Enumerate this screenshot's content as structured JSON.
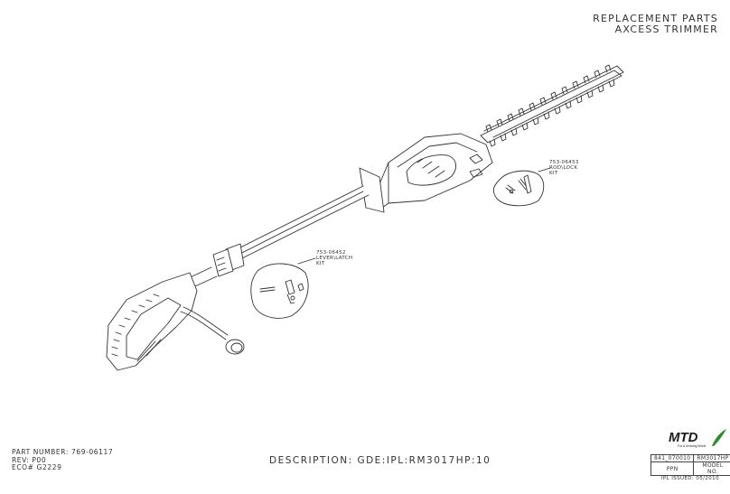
{
  "header": {
    "line1": "REPLACEMENT PARTS",
    "line2": "AXCESS TRIMMER"
  },
  "callouts": [
    {
      "part": "753-06453",
      "line1": "ROD\\LOCK",
      "line2": "KIT"
    },
    {
      "part": "753-06452",
      "line1": "LEVER\\LATCH",
      "line2": "KIT"
    }
  ],
  "footer": {
    "part_number": "PART NUMBER: 769-06117",
    "rev": "REV: P00",
    "eco": "ECO# G2229",
    "description": "DESCRIPTION: GDE:IPL:RM3017HP:10",
    "issued": "IPL ISSUED: 05/2010"
  },
  "title_block": {
    "ppn_value": "841_070010",
    "model_value": "RM3017HP",
    "ppn_label": "PPN",
    "model_label": "MODEL NO."
  },
  "logo": {
    "text": "MTD",
    "tagline": "For A Growing World",
    "colors": {
      "text": "#1b1b1b",
      "leaf": "#2e8b2e"
    }
  }
}
